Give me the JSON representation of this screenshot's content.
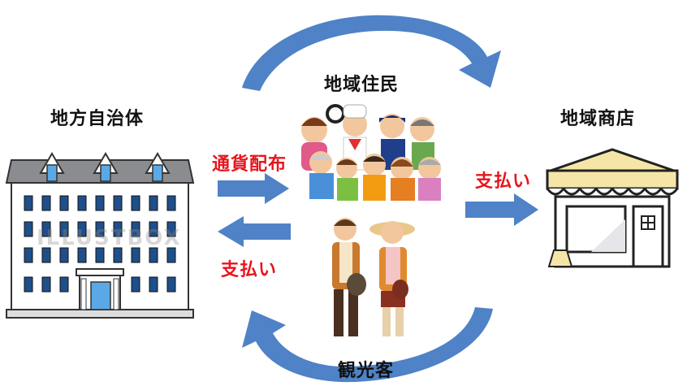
{
  "nodes": {
    "government": "地方自治体",
    "residents": "地域住民",
    "shop": "地域商店",
    "tourists": "観光客"
  },
  "flows": {
    "distribute": "通貨配布",
    "pay_to_shop": "支払い",
    "pay_to_government": "支払い"
  },
  "watermark": "ILLUSTBOX",
  "colors": {
    "arrow": "#4f82c6",
    "red_text": "#e8141c"
  }
}
